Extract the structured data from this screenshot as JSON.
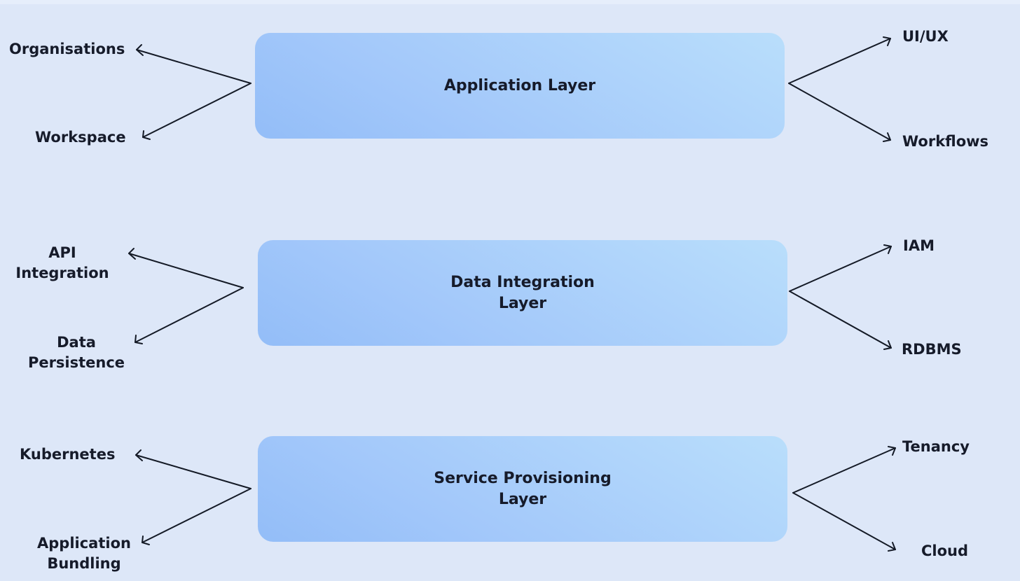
{
  "layers": [
    {
      "title": "Application  Layer",
      "left": [
        "Organisations",
        "Workspace"
      ],
      "right": [
        "UI/UX",
        "Workflows"
      ]
    },
    {
      "title": "Data Integration\nLayer",
      "left": [
        "API\nIntegration",
        "Data\nPersistence"
      ],
      "right": [
        "IAM",
        "RDBMS"
      ]
    },
    {
      "title": "Service Provisioning\nLayer",
      "left": [
        "Kubernetes",
        "Application\nBundling"
      ],
      "right": [
        "Tenancy",
        "Cloud"
      ]
    }
  ]
}
